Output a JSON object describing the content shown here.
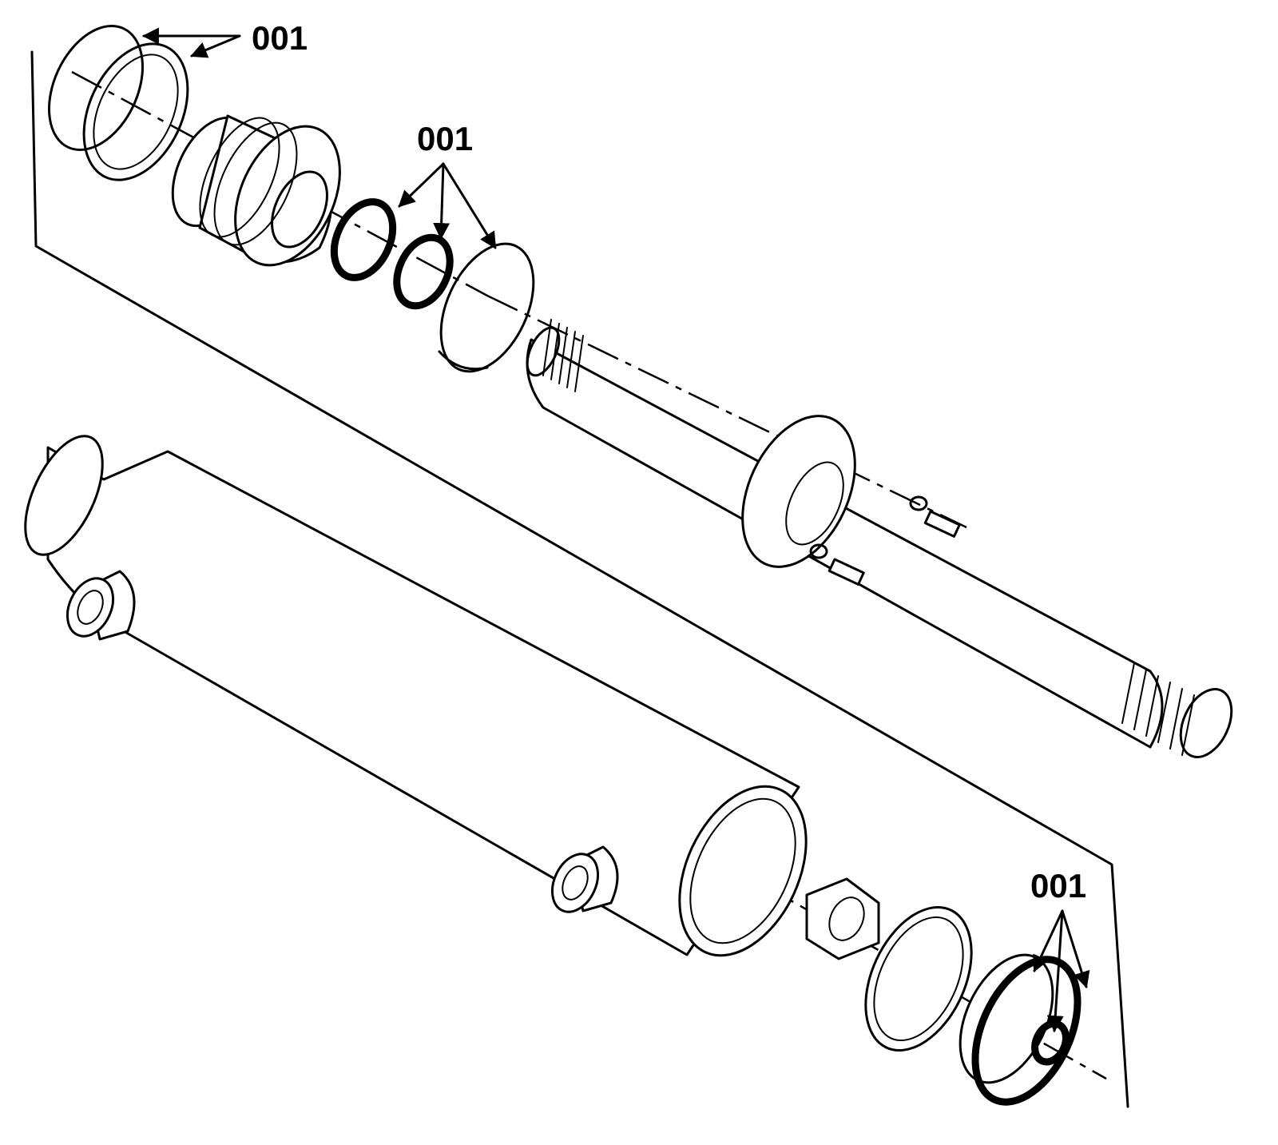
{
  "diagram": {
    "callouts": [
      {
        "id": "callout-top",
        "text": "001"
      },
      {
        "id": "callout-middle",
        "text": "001"
      },
      {
        "id": "callout-bottom",
        "text": "001"
      }
    ]
  }
}
